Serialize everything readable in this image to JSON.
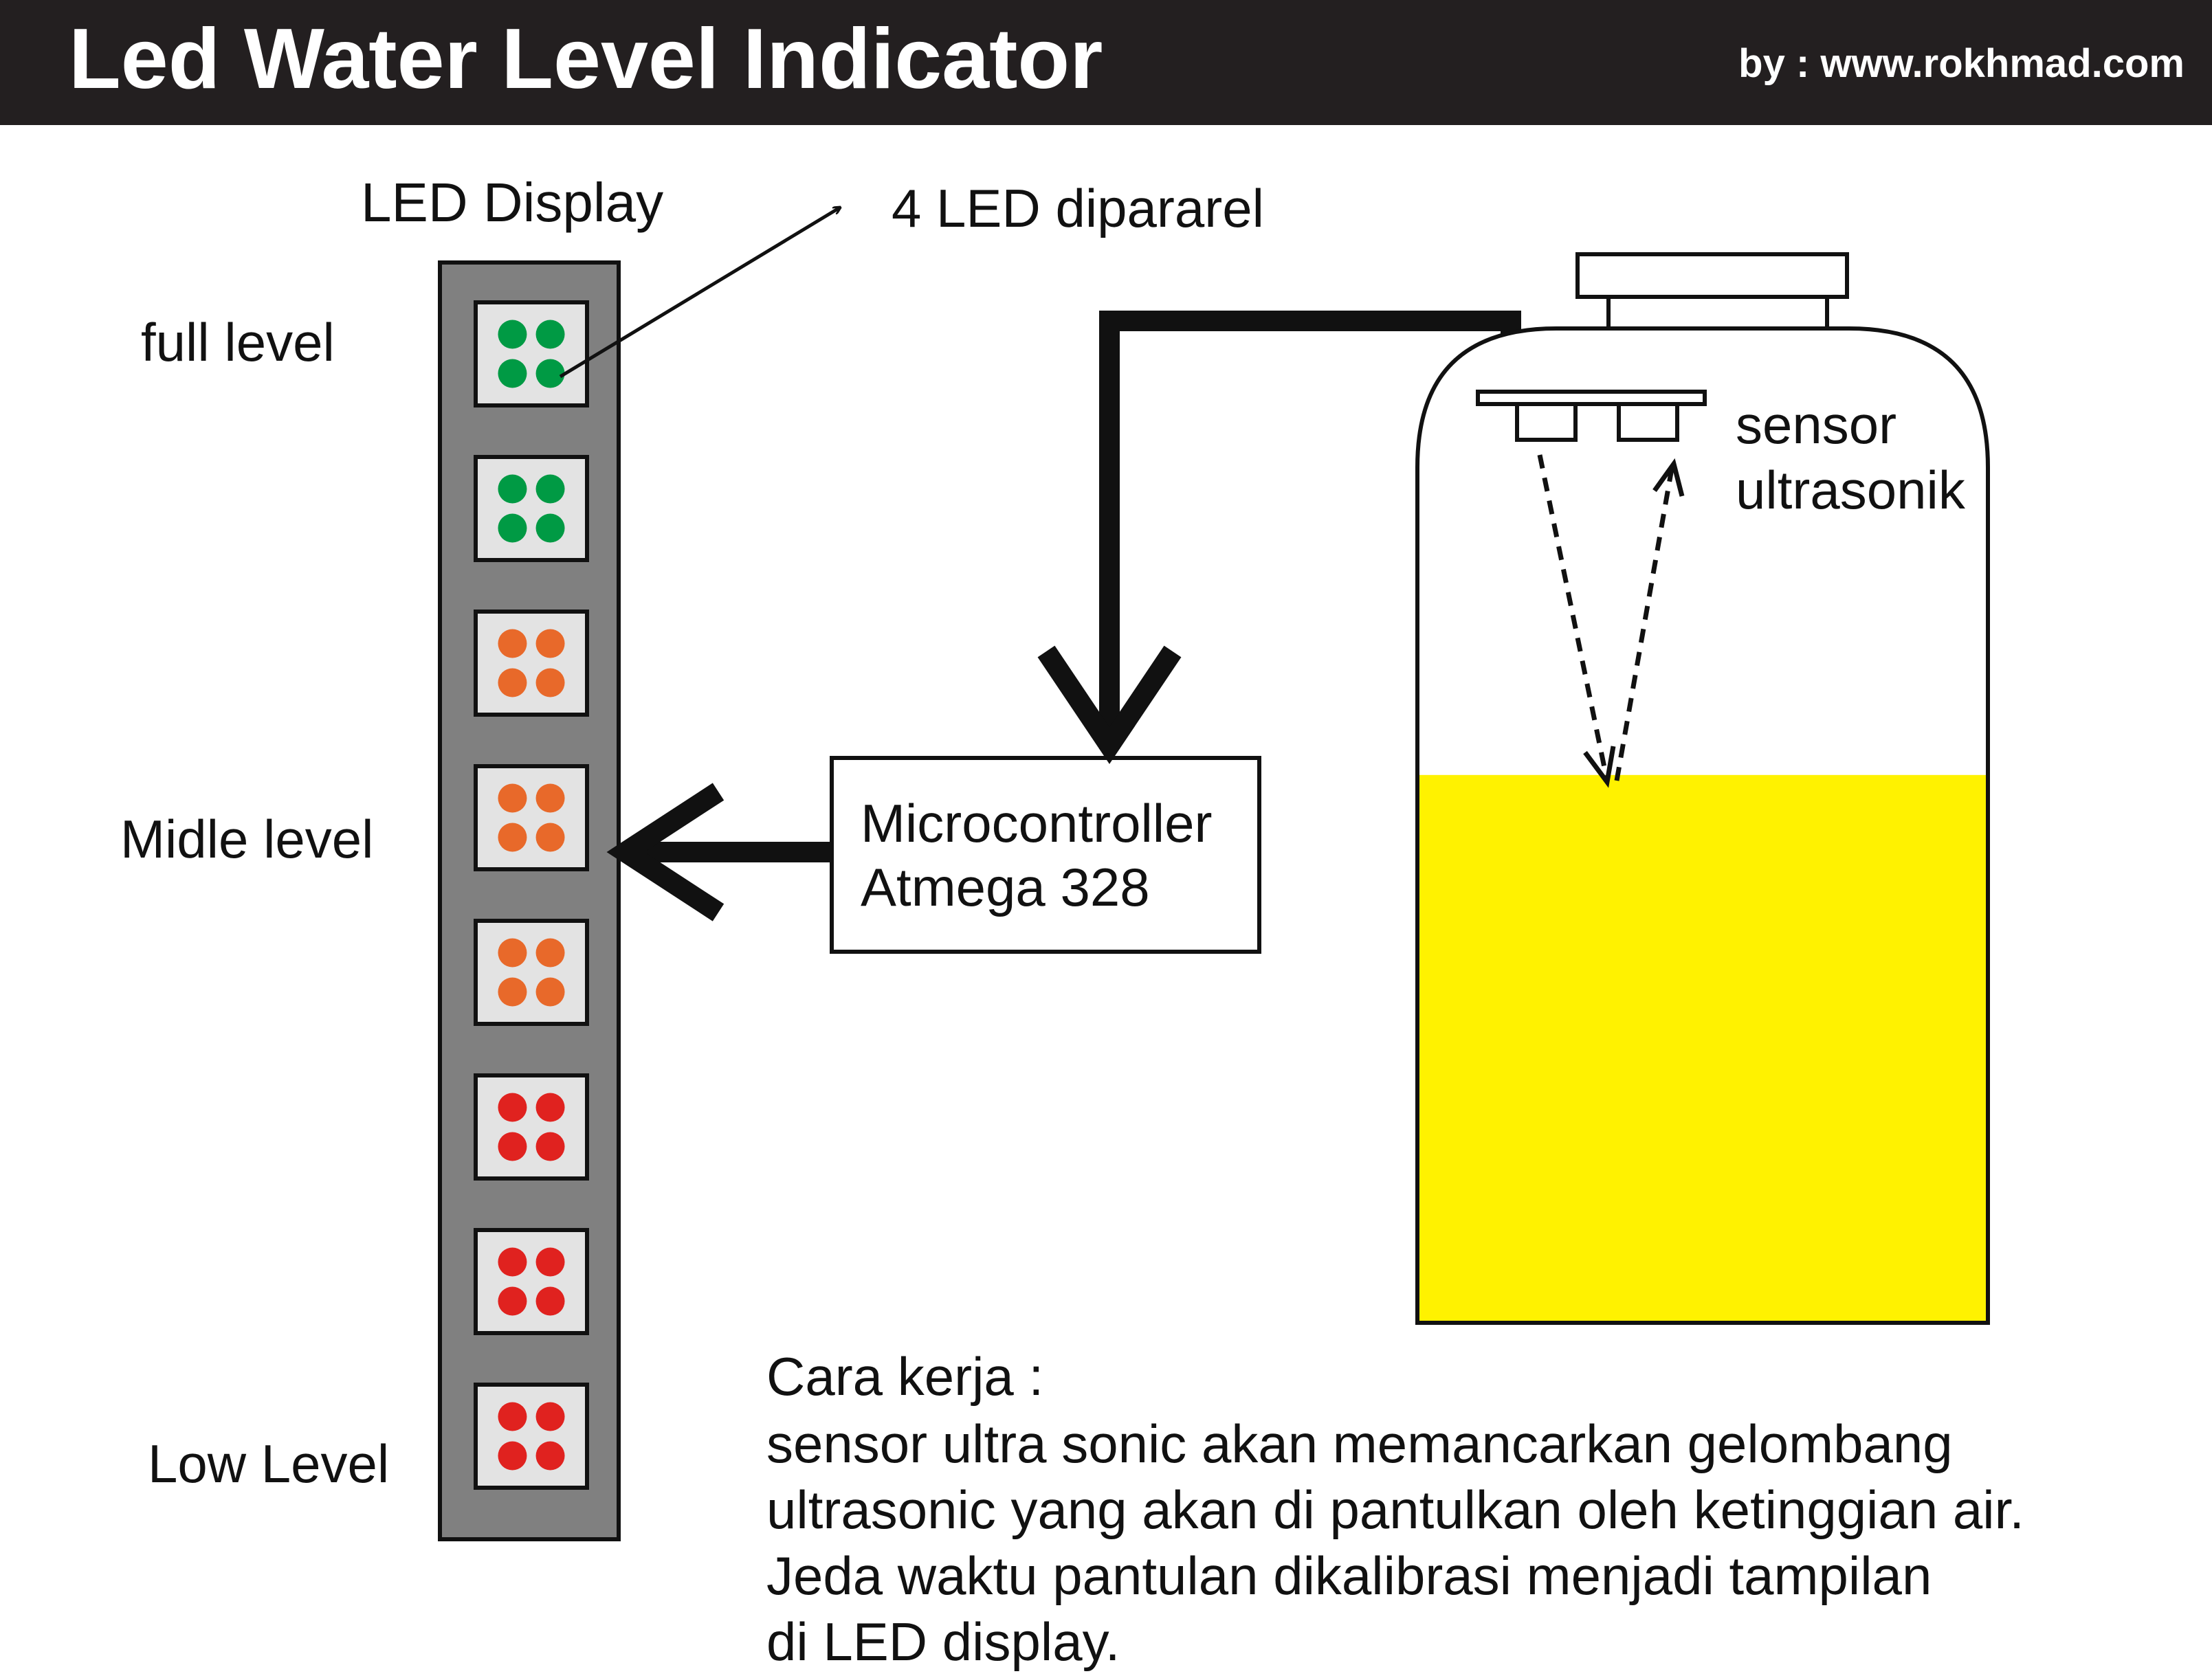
{
  "header": {
    "title": "Led Water Level Indicator",
    "byline": "by : www.rokhmad.com"
  },
  "led_panel": {
    "title": "LED Display",
    "callout": "4 LED dipararel",
    "level_labels": {
      "full": "full level",
      "middle": "Midle level",
      "low": "Low Level"
    },
    "modules": [
      {
        "color": "green"
      },
      {
        "color": "green"
      },
      {
        "color": "orange"
      },
      {
        "color": "orange"
      },
      {
        "color": "orange"
      },
      {
        "color": "red"
      },
      {
        "color": "red"
      },
      {
        "color": "red"
      }
    ]
  },
  "microcontroller": {
    "line1": "Microcontroller",
    "line2": "Atmega 328"
  },
  "tank": {
    "sensor_label_line1": "sensor",
    "sensor_label_line2": "ultrasonik",
    "water_fill_fraction": 0.55
  },
  "description": {
    "heading": "Cara kerja :",
    "lines": [
      "sensor ultra sonic akan memancarkan gelombang",
      "ultrasonic yang akan di pantulkan oleh ketinggian air.",
      "Jeda waktu pantulan dikalibrasi menjadi tampilan",
      "di LED display."
    ]
  },
  "colors": {
    "header_bg": "#231f20",
    "panel_bg": "#808080",
    "module_bg": "#e3e3e3",
    "green": "#009a44",
    "orange": "#e8692a",
    "red": "#e0221f",
    "water": "#fff200",
    "stroke": "#111111"
  }
}
